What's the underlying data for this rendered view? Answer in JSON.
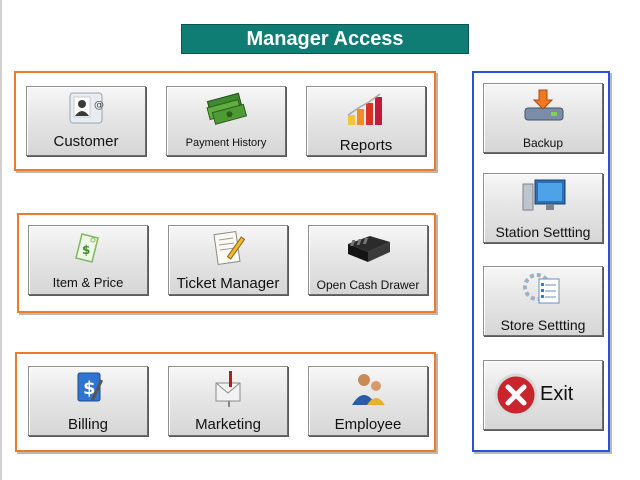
{
  "header": {
    "title": "Manager Access"
  },
  "groups": {
    "group1": {
      "customer": "Customer",
      "payment_history": "Payment History",
      "reports": "Reports"
    },
    "group2": {
      "item_price": "Item & Price",
      "ticket_manager": "Ticket Manager",
      "open_cash_drawer": "Open Cash Drawer"
    },
    "group3": {
      "billing": "Billing",
      "marketing": "Marketing",
      "employee": "Employee"
    }
  },
  "side_panel": {
    "backup": "Backup",
    "station_setting": "Station Settting",
    "store_setting": "Store Settting",
    "exit": "Exit"
  },
  "colors": {
    "title_bg": "#0f7d74",
    "group_border": "#ee7a2c",
    "side_border": "#2a52d8"
  }
}
